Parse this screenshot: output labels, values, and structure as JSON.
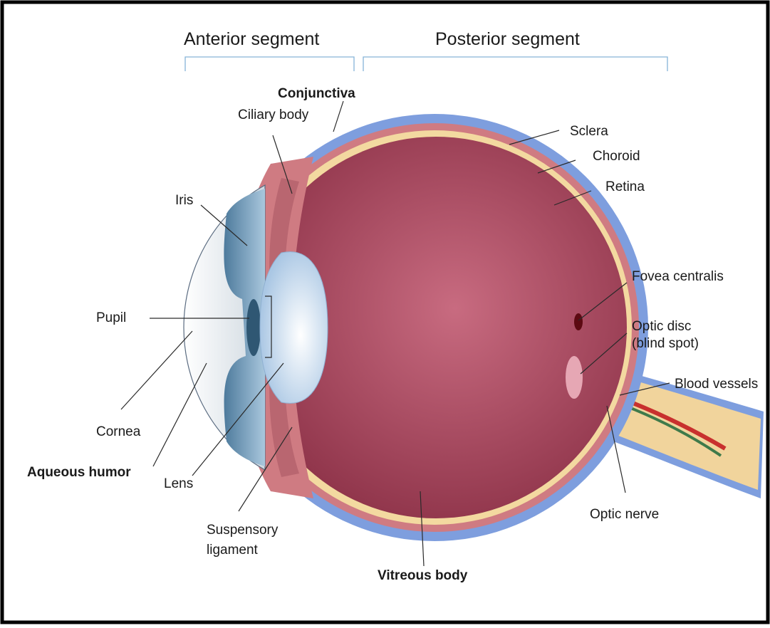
{
  "segments": {
    "anterior": "Anterior segment",
    "posterior": "Posterior segment"
  },
  "labels": {
    "conjunctiva": "Conjunctiva",
    "ciliary_body": "Ciliary body",
    "sclera": "Sclera",
    "choroid": "Choroid",
    "retina": "Retina",
    "iris": "Iris",
    "fovea": "Fovea centralis",
    "optic_disc_1": "Optic disc",
    "optic_disc_2": "(blind spot)",
    "blood_vessels": "Blood vessels",
    "pupil": "Pupil",
    "cornea": "Cornea",
    "aqueous": "Aqueous humor",
    "lens": "Lens",
    "suspensory_1": "Suspensory",
    "suspensory_2": "ligament",
    "optic_nerve": "Optic nerve",
    "vitreous": "Vitreous body"
  },
  "colors": {
    "sclera": "#7e9ede",
    "choroid": "#cf7b82",
    "retina": "#f3d9a0",
    "vitreous": "#9a3a50",
    "vitreous_light": "#c86b80",
    "lens": "#d9e8f7",
    "iris": "#6f98b8",
    "cornea": "#e9ecef",
    "optic_nerve": "#f1d49c",
    "blood_vessel_red": "#c8302e",
    "blood_vessel_green": "#3f7a4a",
    "fovea": "#5c0a12"
  }
}
